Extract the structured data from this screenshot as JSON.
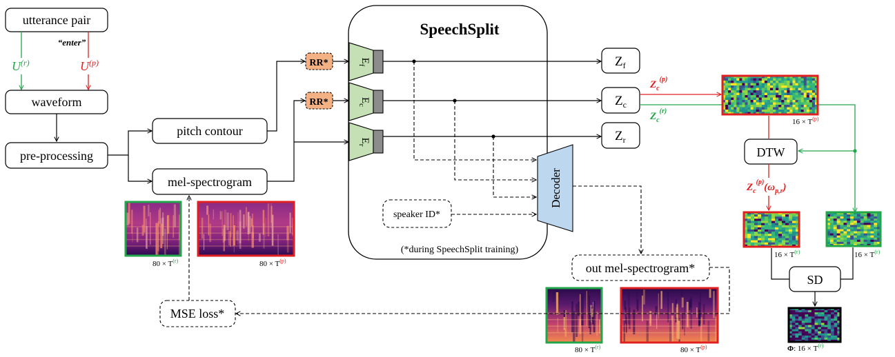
{
  "colors": {
    "green": "#22a64a",
    "red": "#e02020",
    "encoder_fill": "#c5e0b4",
    "decoder_fill": "#bdd7ee",
    "rr_fill": "#f4b183",
    "gray": "#8c8c8c"
  },
  "input": {
    "utterance_pair": "utterance pair",
    "enter": "“enter”",
    "u_r": "U",
    "u_r_sup": "(r)",
    "u_p": "U",
    "u_p_sup": "(p)",
    "waveform": "waveform",
    "preprocessing": "pre-processing",
    "pitch_contour": "pitch contour",
    "mel_spectrogram": "mel-spectrogram",
    "dim_r": "80 × T",
    "dim_r_sup": "(r)",
    "dim_p": "80 × T",
    "dim_p_sup": "(p)"
  },
  "speechsplit": {
    "title": "SpeechSplit",
    "rr": "RR*",
    "enc_f": "E",
    "enc_f_sub": "f",
    "enc_c": "E",
    "enc_c_sub": "c",
    "enc_r": "E",
    "enc_r_sub": "r",
    "decoder": "Decoder",
    "speaker_id": "speaker ID*",
    "training_note": "(*during SpeechSplit training)"
  },
  "latents": {
    "z_f": "Z",
    "z_f_sub": "f",
    "z_c": "Z",
    "z_c_sub": "c",
    "z_r": "Z",
    "z_r_sub": "r"
  },
  "output": {
    "out_mel": "out mel-spectrogram*",
    "mse_loss": "MSE loss*",
    "dim_r": "80 × T",
    "dim_r_sup": "(r)",
    "dim_p": "80 × T",
    "dim_p_sup": "(p)"
  },
  "alignment": {
    "zc_p": "Z",
    "zc_p_sub": "c",
    "zc_p_sup": "(p)",
    "zc_r": "Z",
    "zc_r_sub": "c",
    "zc_r_sup": "(r)",
    "dim_top": "16 × T",
    "dim_top_sup": "(p)",
    "dtw": "DTW",
    "zc_warp": "Z",
    "zc_warp_sub": "c",
    "zc_warp_sup": "(p)",
    "omega": "(ω",
    "omega_sub": "p,r",
    "omega_close": ")",
    "dim_left": "16 × T",
    "dim_left_sup": "(r)",
    "dim_right": "16 × T",
    "dim_right_sup": "(r)",
    "sd": "SD",
    "phi": "Φ",
    "phi_dim": ": 16 × T",
    "phi_dim_sup": "(r)"
  }
}
